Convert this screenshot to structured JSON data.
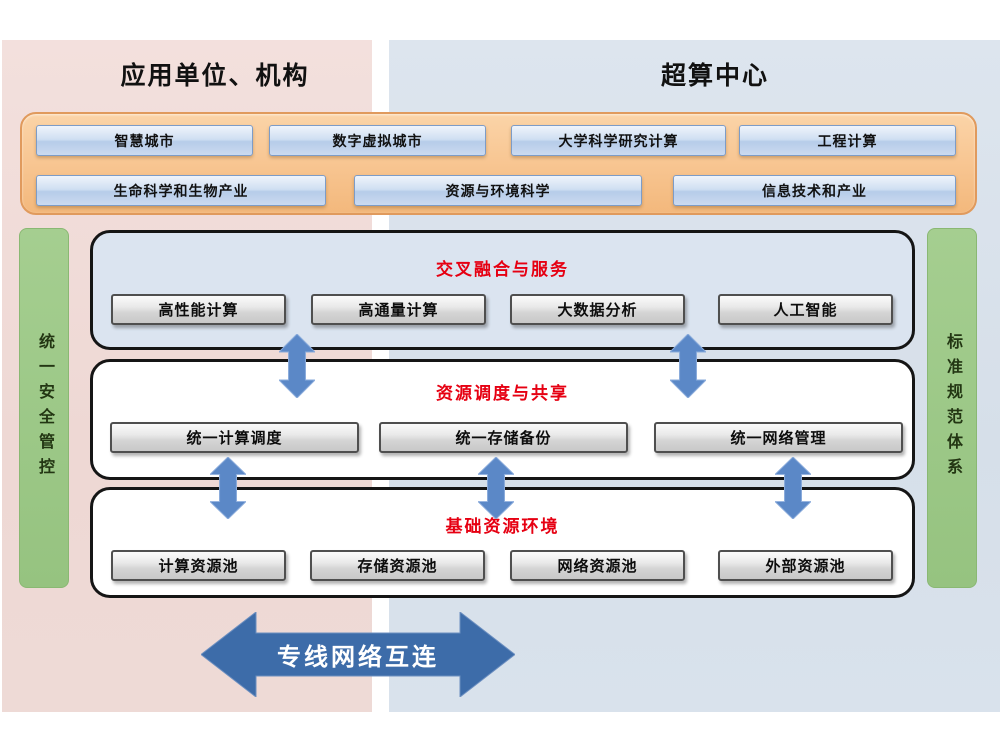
{
  "headers": {
    "left": "应用单位、机构",
    "right": "超算中心"
  },
  "app_layer": {
    "row1": [
      "智慧城市",
      "数字虚拟城市",
      "大学科学研究计算",
      "工程计算"
    ],
    "row2": [
      "生命科学和生物产业",
      "资源与环境科学",
      "信息技术和产业"
    ]
  },
  "side_bars": {
    "left": "统一安全管控",
    "right": "标准规范体系"
  },
  "layers": [
    {
      "title": "交叉融合与服务",
      "items": [
        "高性能计算",
        "高通量计算",
        "大数据分析",
        "人工智能"
      ]
    },
    {
      "title": "资源调度与共享",
      "items": [
        "统一计算调度",
        "统一存储备份",
        "统一网络管理"
      ]
    },
    {
      "title": "基础资源环境",
      "items": [
        "计算资源池",
        "存储资源池",
        "网络资源池",
        "外部资源池"
      ]
    }
  ],
  "bottom_arrow": {
    "label": "专线网络互连"
  },
  "colors": {
    "left_panel_bg": "#eedad6",
    "right_panel_bg": "#d9e2ec",
    "app_container_fill": "#f8c794",
    "app_container_border": "#e09a5d",
    "app_box_fill": "#cfdff2",
    "app_box_border": "#7d9cc7",
    "side_bar_green": "#9cc887",
    "layer1_fill": "#dbe4f0",
    "layer_border": "#151515",
    "layer_title_red": "#e60012",
    "gray_box_fill": "#d4d4d4",
    "small_arrow_blue": "#5b88c7",
    "big_arrow_blue": "#3d6ca9"
  }
}
